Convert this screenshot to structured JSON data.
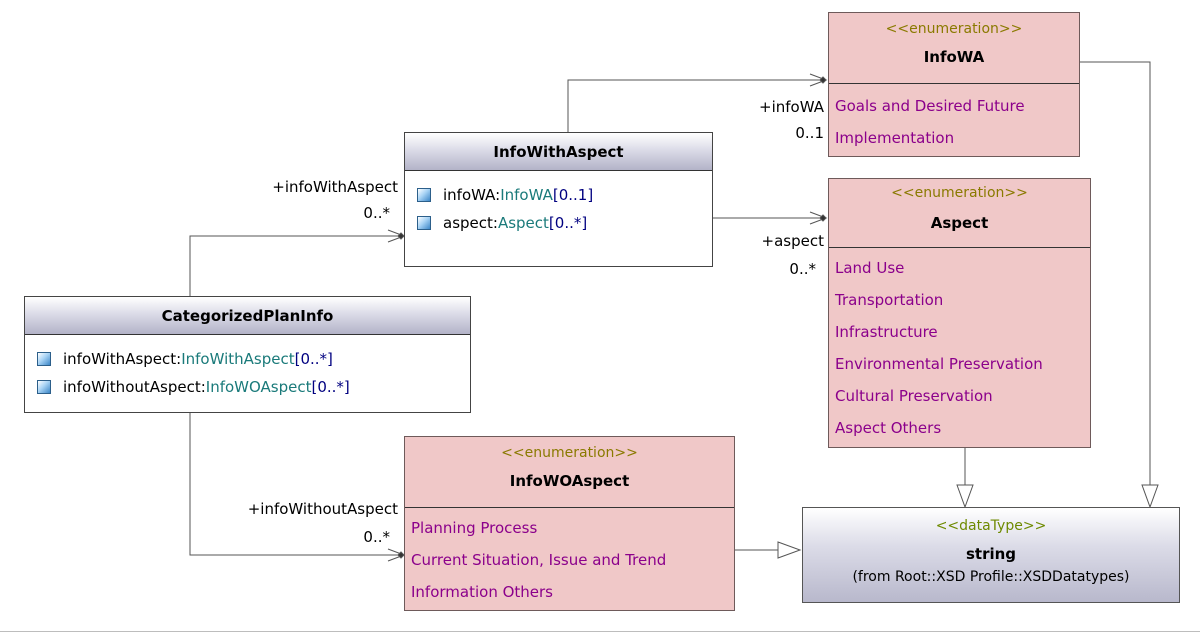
{
  "infoWA": {
    "stereotype": "<<enumeration>>",
    "name": "InfoWA",
    "literals": [
      "Goals and Desired Future",
      "Implementation"
    ]
  },
  "aspect": {
    "stereotype": "<<enumeration>>",
    "name": "Aspect",
    "literals": [
      "Land Use",
      "Transportation",
      "Infrastructure",
      "Environmental Preservation",
      "Cultural Preservation",
      "Aspect Others"
    ]
  },
  "infoWithAspect": {
    "name": "InfoWithAspect",
    "attributes": [
      {
        "name": "infoWA:",
        "type": "InfoWA",
        "mult": "[0..1]"
      },
      {
        "name": "aspect:",
        "type": "Aspect",
        "mult": "[0..*]"
      }
    ]
  },
  "categorizedPlanInfo": {
    "name": "CategorizedPlanInfo",
    "attributes": [
      {
        "name": "infoWithAspect:",
        "type": "InfoWithAspect",
        "mult": "[0..*]"
      },
      {
        "name": "infoWithoutAspect:",
        "type": "InfoWOAspect",
        "mult": "[0..*]"
      }
    ]
  },
  "infoWOAspect": {
    "stereotype": "<<enumeration>>",
    "name": "InfoWOAspect",
    "literals": [
      "Planning Process",
      "Current Situation, Issue and Trend",
      "Information Others"
    ]
  },
  "string": {
    "stereotype": "<<dataType>>",
    "name": "string",
    "origin": "(from Root::XSD Profile::XSDDatatypes)"
  },
  "roles": {
    "infoWA": "+infoWA",
    "infoWA_mult": "0..1",
    "infoWithAspect": "+infoWithAspect",
    "infoWithAspect_mult": "0..*",
    "aspect": "+aspect",
    "aspect_mult": "0..*",
    "infoWithoutAspect": "+infoWithoutAspect",
    "infoWithoutAspect_mult": "0..*"
  },
  "colors": {
    "enum_fill": "#f0c8c8",
    "literal_text": "#8b008b",
    "stereotype_text": "#8a7a00",
    "type_text": "#1a7a7a",
    "mult_text": "#000080"
  }
}
